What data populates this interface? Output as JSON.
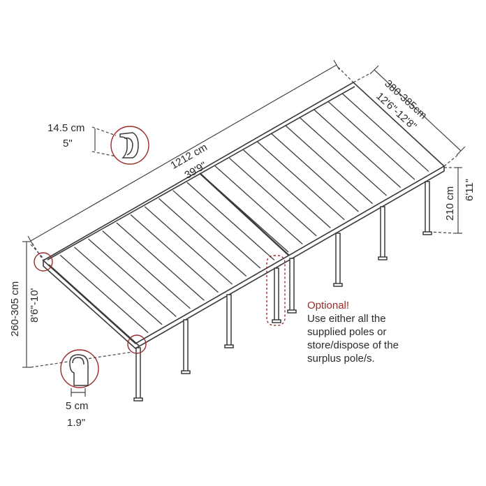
{
  "dimensions": {
    "length_cm": "1212 cm",
    "length_in": "39'9\"",
    "width_cm": "380-385cm",
    "width_in": "12'6\"-12'8\"",
    "back_height_cm": "210 cm",
    "back_height_in": "6'11\"",
    "front_height_cm": "260-305 cm",
    "front_height_in": "8'6\"-10'",
    "gutter_cm": "14.5 cm",
    "gutter_in": "5\"",
    "post_cm": "5 cm",
    "post_in": "1.9\""
  },
  "note": {
    "title": "Optional!",
    "lines": [
      "Use either all the",
      "supplied poles or",
      "store/dispose of the",
      "surplus pole/s."
    ]
  },
  "colors": {
    "line": "#3a3a3a",
    "dim": "#444444",
    "accent": "#9a2a2a",
    "panel": "#ffffff"
  },
  "icons": [
    "gutter-profile-icon",
    "post-profile-icon"
  ]
}
